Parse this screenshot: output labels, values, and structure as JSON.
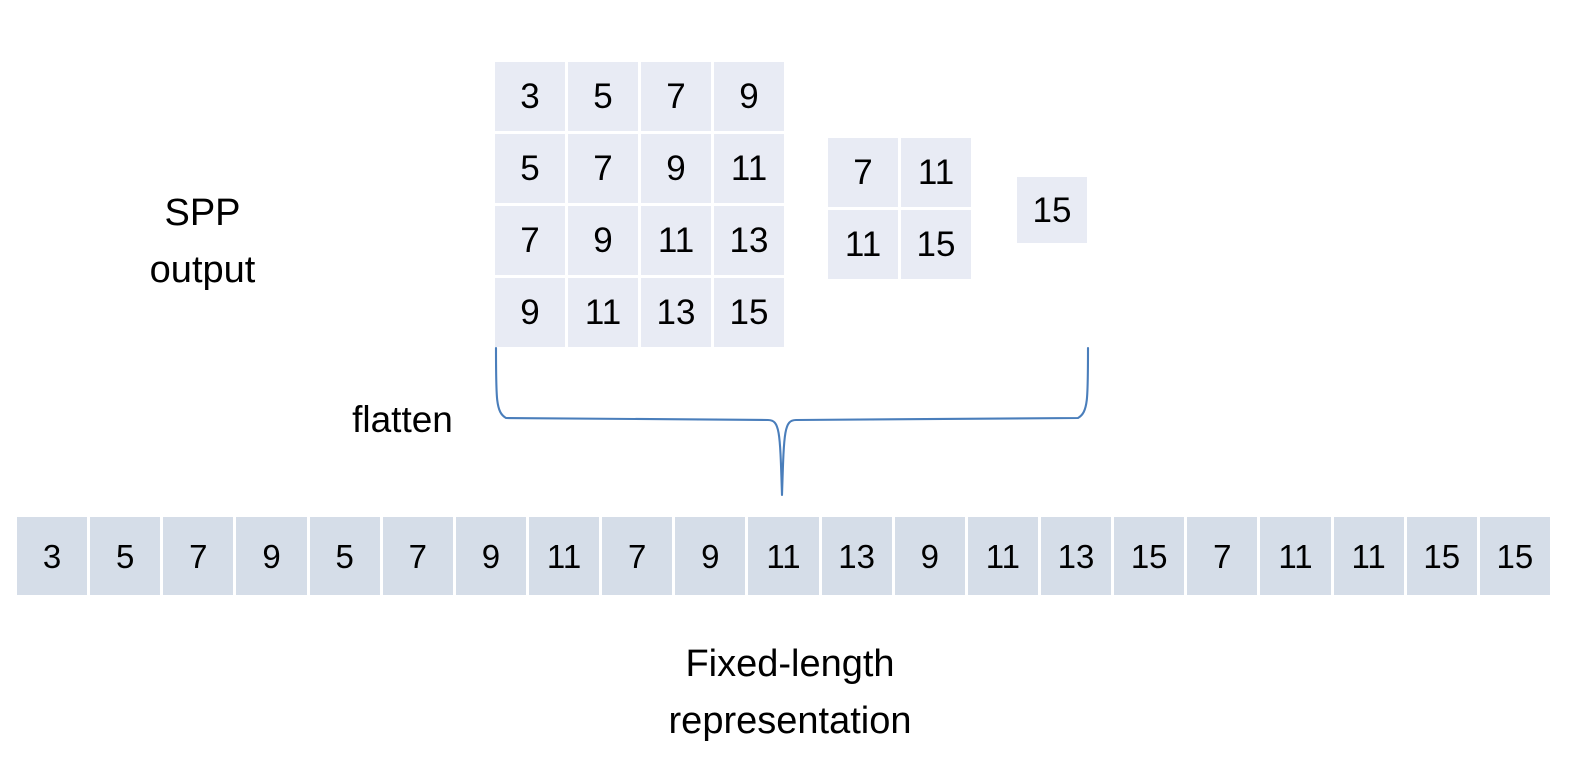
{
  "diagram": {
    "title_left": "SPP\noutput",
    "flatten_label": "flatten",
    "caption": "Fixed-length\nrepresentation",
    "colors": {
      "background": "#ffffff",
      "pool_cell_fill": "#e8ebf4",
      "strip_cell_fill": "#d5dde8",
      "brace_stroke": "#4a7ebb",
      "text": "#000000"
    }
  },
  "chart_data": {
    "type": "diagram",
    "title": "SPP output flattened into a fixed-length representation",
    "pyramid_levels": [
      {
        "name": "level-4x4",
        "rows": 4,
        "cols": 4,
        "values": [
          [
            3,
            5,
            7,
            9
          ],
          [
            5,
            7,
            9,
            11
          ],
          [
            7,
            9,
            11,
            13
          ],
          [
            9,
            11,
            13,
            15
          ]
        ]
      },
      {
        "name": "level-2x2",
        "rows": 2,
        "cols": 2,
        "values": [
          [
            7,
            11
          ],
          [
            11,
            15
          ]
        ]
      },
      {
        "name": "level-1x1",
        "rows": 1,
        "cols": 1,
        "values": [
          [
            15
          ]
        ]
      }
    ],
    "flattened": {
      "length": 21,
      "values": [
        3,
        5,
        7,
        9,
        5,
        7,
        9,
        11,
        7,
        9,
        11,
        13,
        9,
        11,
        13,
        15,
        7,
        11,
        11,
        15,
        15
      ]
    }
  }
}
